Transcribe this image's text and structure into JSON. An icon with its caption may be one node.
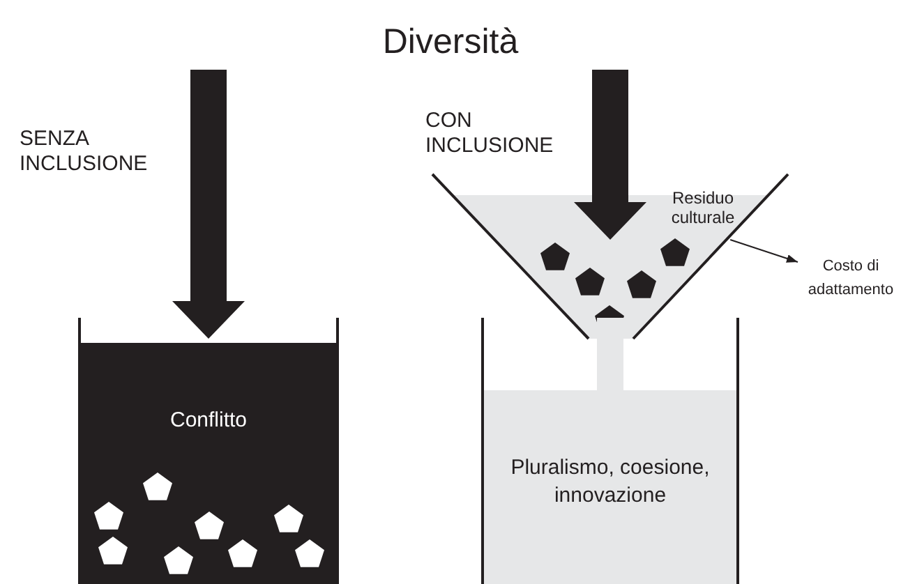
{
  "diagram": {
    "title": "Diversità",
    "nodes": [
      {
        "text": [
          "Conflitto"
        ]
      },
      {
        "text": [
          "Residuo culturale"
        ]
      },
      {
        "text": [
          "Pluralismo, coesione, innovazione"
        ]
      },
      {
        "text": [
          "Costo di adattamento"
        ]
      }
    ],
    "edges": [
      {
        "from": null,
        "to": 0,
        "arrow": "to",
        "style": "thick"
      },
      {
        "from": null,
        "to": 1,
        "arrow": "to",
        "style": "thick"
      },
      {
        "from": 1,
        "to": 3,
        "arrow": "to"
      }
    ],
    "labels": [
      "SENZA INCLUSIONE",
      "CON INCLUSIONE"
    ]
  }
}
